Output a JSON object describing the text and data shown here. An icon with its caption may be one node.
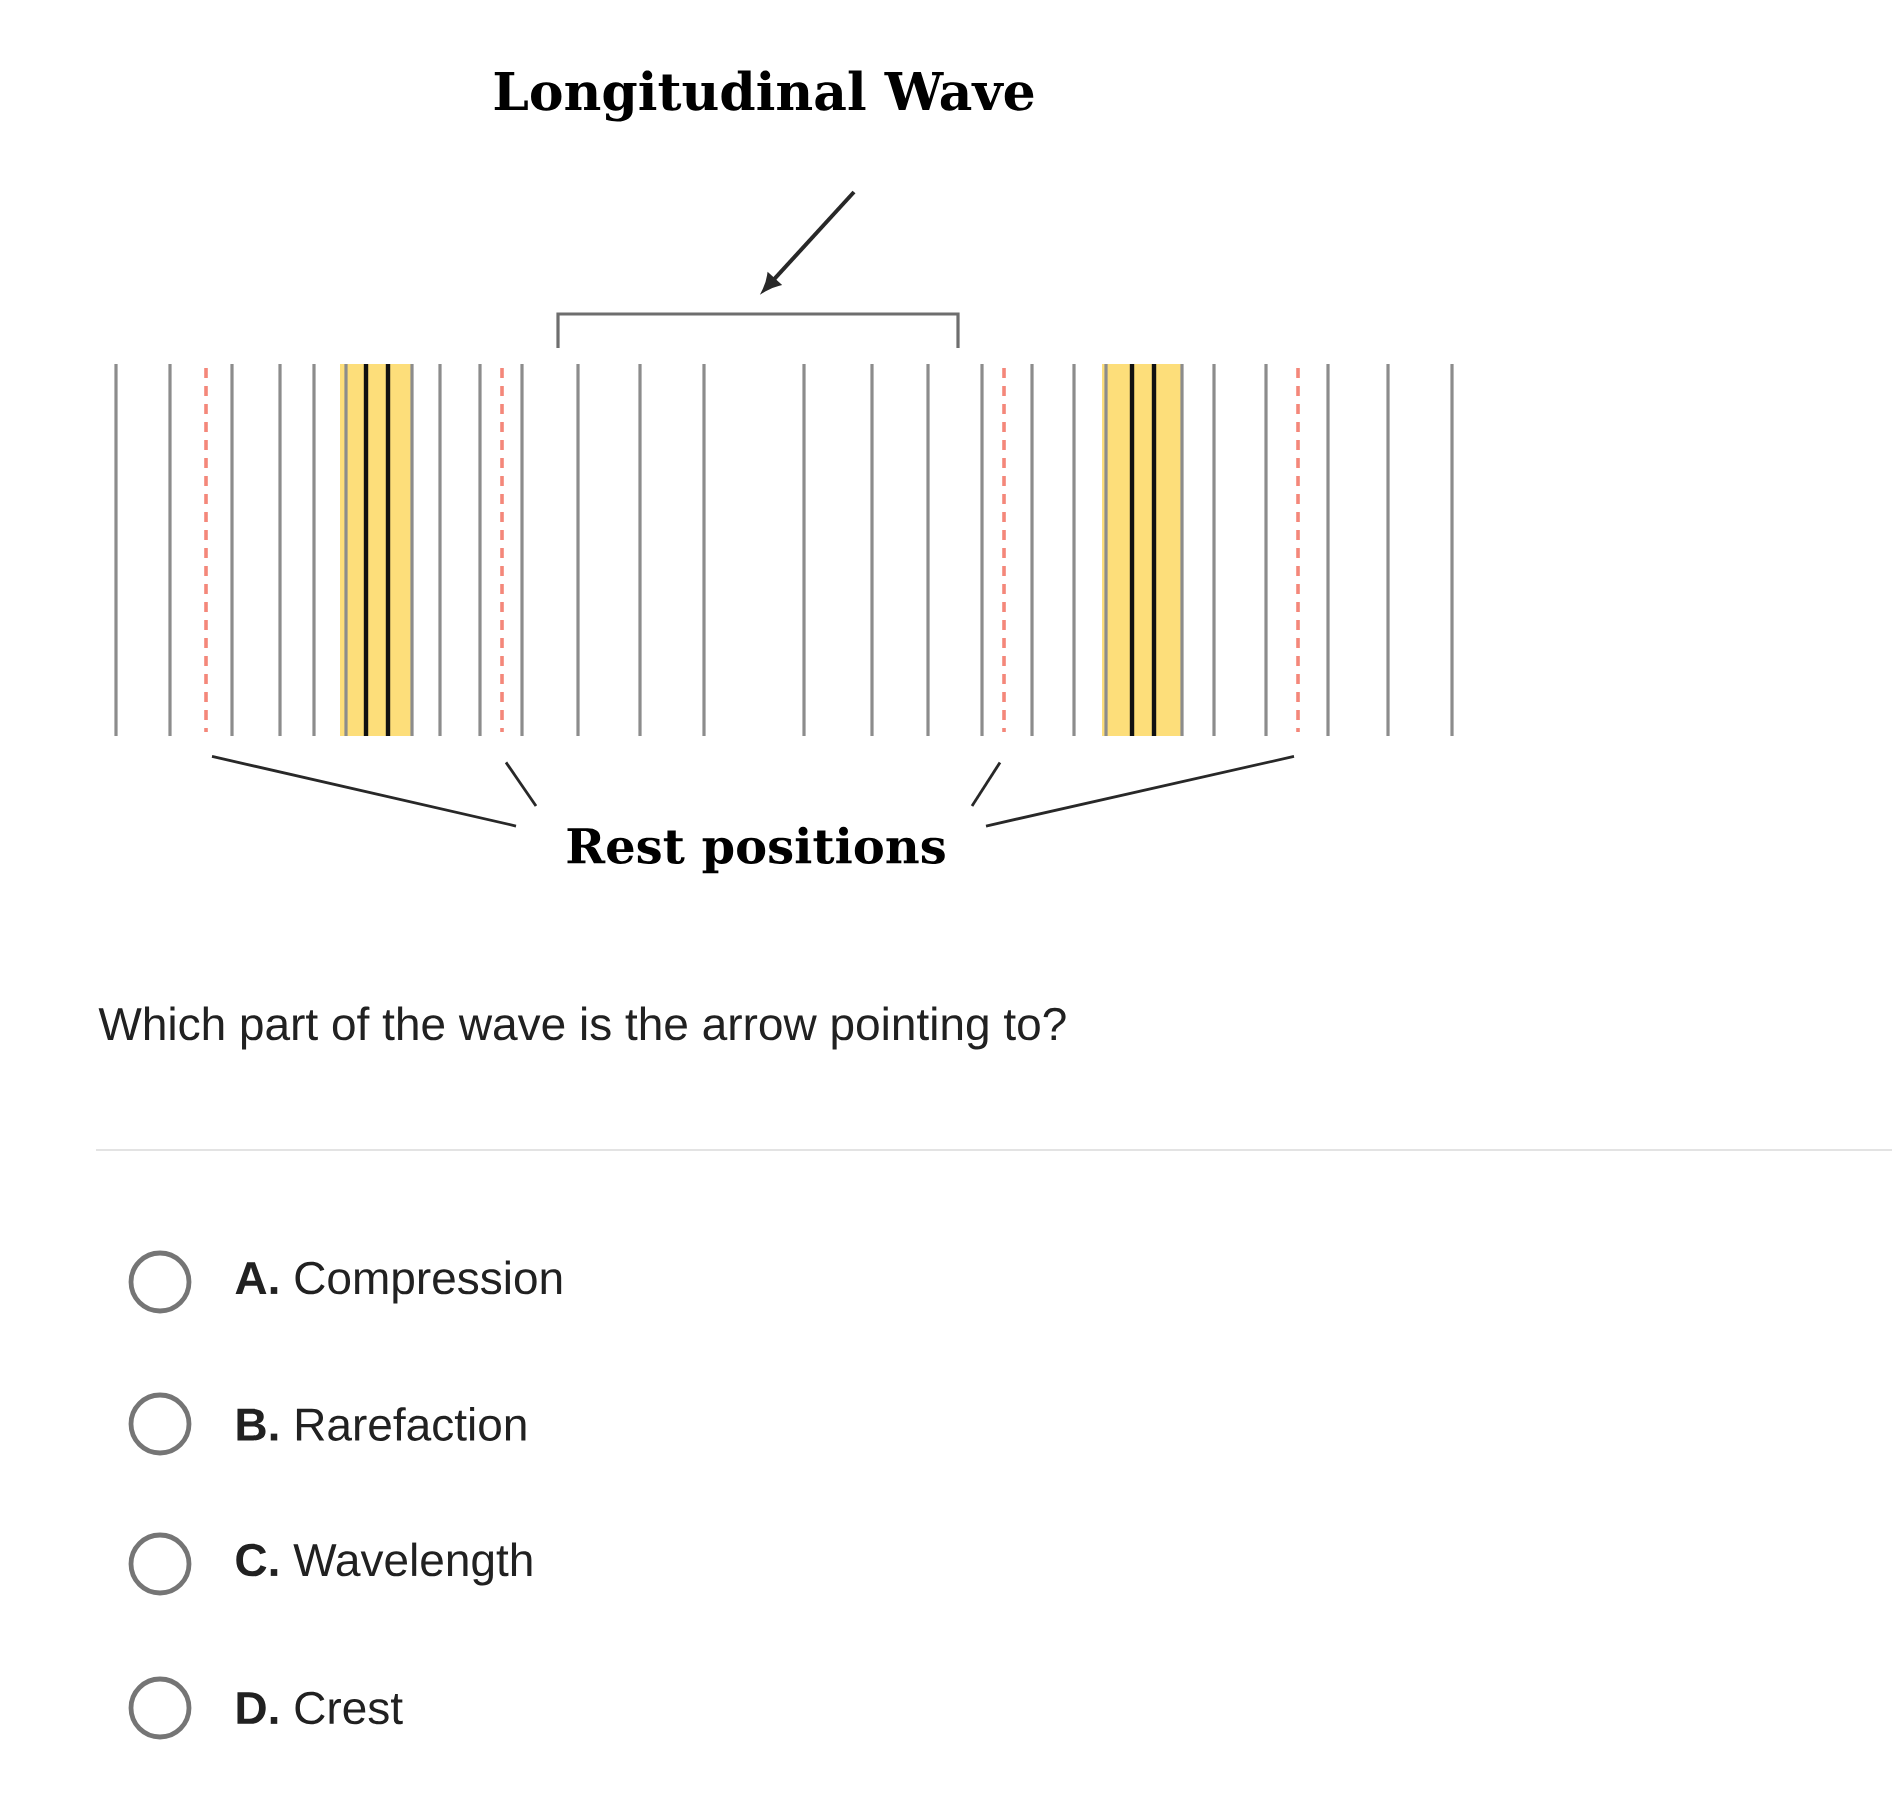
{
  "diagram": {
    "nodes": [
      {
        "text": [],
        "shape": "bracket"
      },
      {
        "text": [],
        "shape": "line"
      },
      {
        "text": [],
        "shape": "line"
      },
      {
        "text": [],
        "shape": "line"
      },
      {
        "text": [],
        "shape": "line"
      },
      {
        "text": [
          "Rest positions"
        ]
      }
    ],
    "edges": [
      {
        "from": null,
        "to": 0,
        "arrow": "to"
      },
      {
        "from": 5,
        "to": 1,
        "arrow": "none"
      },
      {
        "from": 5,
        "to": 2,
        "arrow": "none"
      },
      {
        "from": 5,
        "to": 3,
        "arrow": "none"
      },
      {
        "from": 5,
        "to": 4,
        "arrow": "none"
      }
    ],
    "labels": [
      "Longitudinal Wave",
      "Which part of the wave is the arrow pointing to?",
      "**A.** Compression",
      "**B.** Rarefaction",
      "**C.** Wavelength",
      "**D.** Crest"
    ]
  }
}
